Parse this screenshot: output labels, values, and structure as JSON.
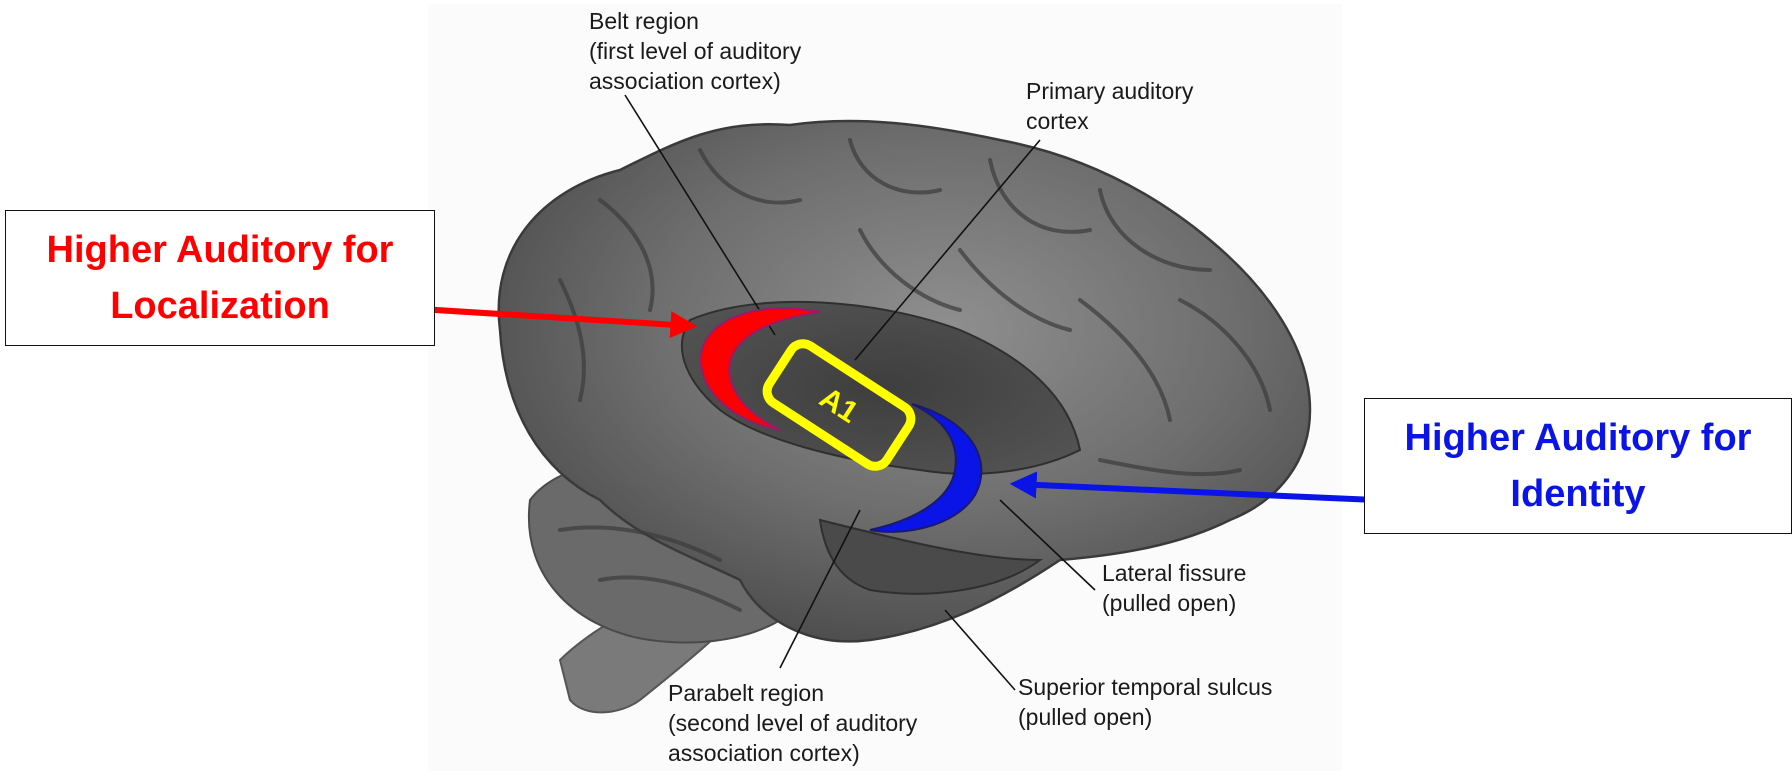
{
  "labels": {
    "belt_region": "Belt region\n(first level of auditory\nassociation cortex)",
    "primary_auditory": "Primary auditory\ncortex",
    "lateral_fissure": "Lateral fissure\n(pulled open)",
    "superior_temporal": "Superior temporal sulcus\n(pulled open)",
    "parabelt_region": "Parabelt region\n(second level of auditory\nassociation cortex)"
  },
  "region_tag": "A1",
  "callouts": {
    "localization": "Higher Auditory for\nLocalization",
    "identity": "Higher Auditory for\nIdentity"
  },
  "colors": {
    "localization": "#ff0000",
    "identity": "#0a14e6",
    "a1_outline": "#ffff00",
    "a1_text": "#ffff00"
  }
}
